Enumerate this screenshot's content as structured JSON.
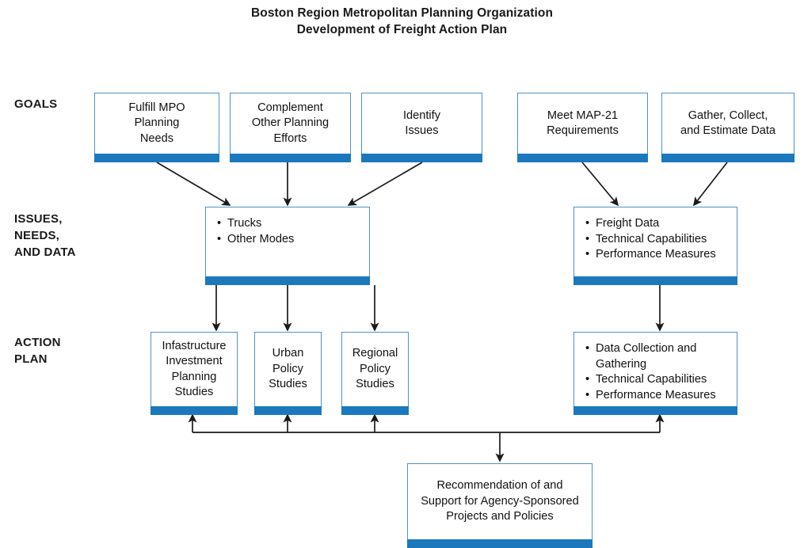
{
  "title": {
    "line1": "Boston Region Metropolitan Planning Organization",
    "line2": "Development of Freight Action Plan"
  },
  "colors": {
    "box_border": "#4d93c9",
    "box_bar": "#1b78bd",
    "arrow": "#1a1a1a",
    "text": "#111111",
    "background": "#ffffff"
  },
  "row_labels": [
    {
      "id": "goals",
      "text": "GOALS"
    },
    {
      "id": "issues",
      "text": "ISSUES,\nNEEDS,\nAND DATA"
    },
    {
      "id": "action",
      "text": "ACTION\nPLAN"
    }
  ],
  "goals": [
    {
      "id": "fulfill-mpo-planning-needs",
      "text": "Fulfill MPO\nPlanning\nNeeds"
    },
    {
      "id": "complement-other-planning-efforts",
      "text": "Complement\nOther Planning\nEfforts"
    },
    {
      "id": "identify-issues",
      "text": "Identify\nIssues"
    },
    {
      "id": "meet-map-21-requirements",
      "text": "Meet MAP-21\nRequirements"
    },
    {
      "id": "gather-collect-and-estimate-data",
      "text": "Gather, Collect,\nand Estimate Data"
    }
  ],
  "issues_needs_data": [
    {
      "id": "trucks-other-modes",
      "bullets": [
        "Trucks",
        "Other Modes"
      ]
    },
    {
      "id": "freight-data-capabilities-measures",
      "bullets": [
        "Freight Data",
        "Technical Capabilities",
        "Performance Measures"
      ]
    }
  ],
  "action_plan": [
    {
      "id": "infastructure-investment-planning-studies",
      "text": "Infastructure\nInvestment\nPlanning\nStudies"
    },
    {
      "id": "urban-policy-studies",
      "text": "Urban\nPolicy\nStudies"
    },
    {
      "id": "regional-policy-studies",
      "text": "Regional\nPolicy\nStudies"
    },
    {
      "id": "data-collection-technical-performance",
      "bullets": [
        "Data Collection and\nGathering",
        "Technical Capabilities",
        "Performance Measures"
      ]
    }
  ],
  "outcome": {
    "id": "recommendation-support",
    "text": "Recommendation of and\nSupport for Agency-Sponsored\nProjects and Policies"
  },
  "bullet_glyph": "•"
}
